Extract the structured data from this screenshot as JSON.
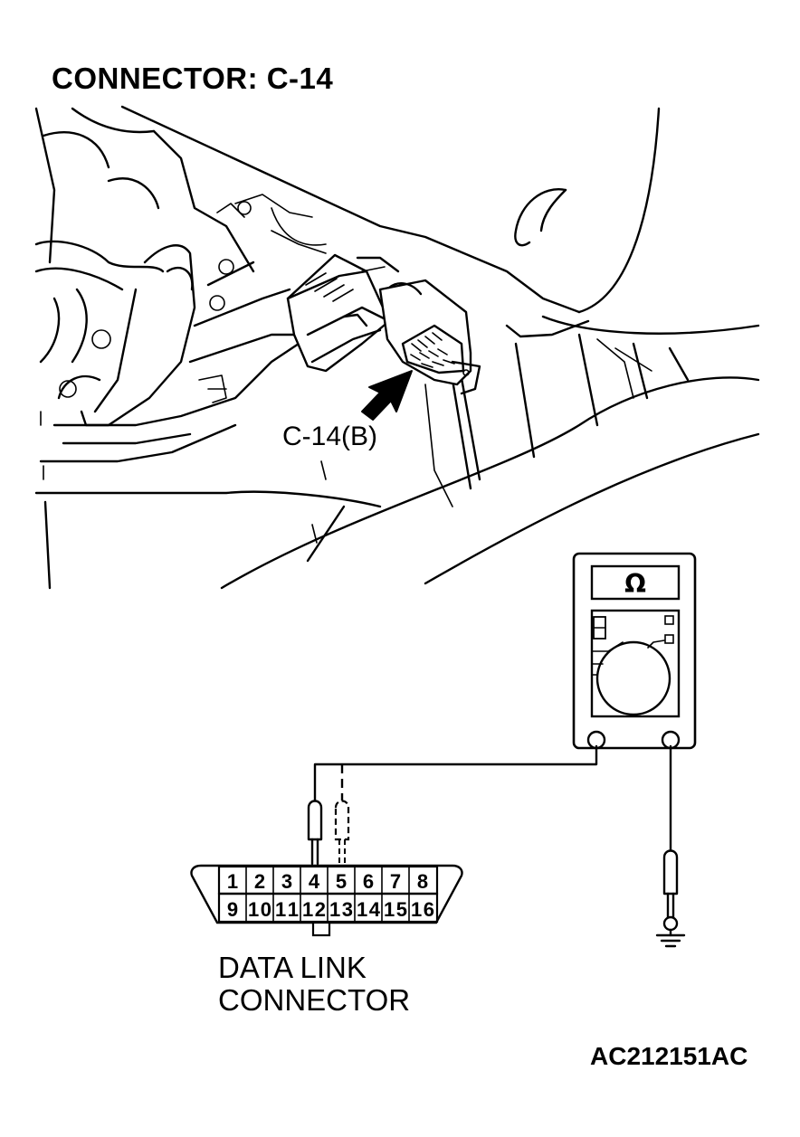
{
  "title": "CONNECTOR: C-14",
  "connector_callout": "C-14(B)",
  "meter_symbol": "Ω",
  "dlc_label_line1": "DATA LINK",
  "dlc_label_line2": "CONNECTOR",
  "figure_code": "AC212151AC",
  "dlc_pins_top": [
    "1",
    "2",
    "3",
    "4",
    "5",
    "6",
    "7",
    "8"
  ],
  "dlc_pins_bottom": [
    "9",
    "10",
    "11",
    "12",
    "13",
    "14",
    "15",
    "16"
  ]
}
